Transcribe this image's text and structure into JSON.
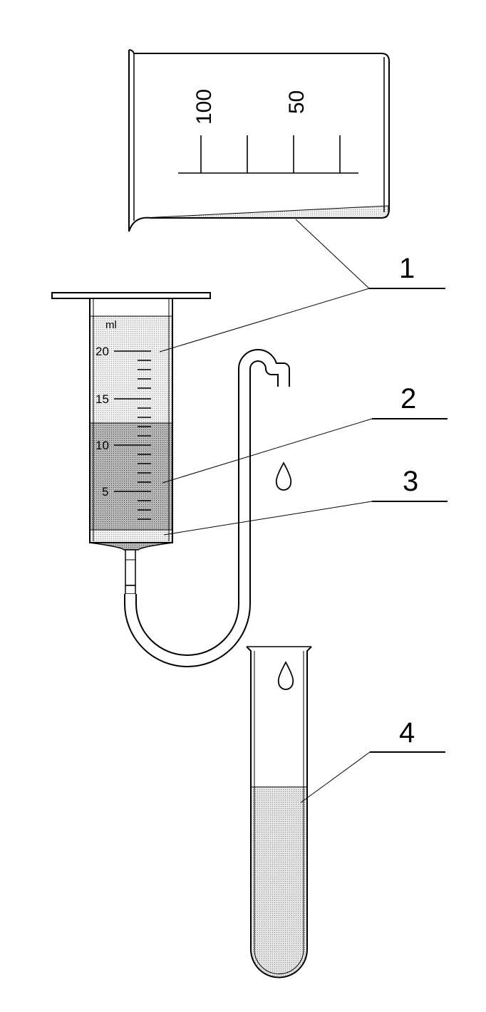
{
  "beaker": {
    "scale_labels": [
      "100",
      "50"
    ]
  },
  "syringe": {
    "unit_label": "ml",
    "scale_labels": [
      "20",
      "15",
      "10",
      "5"
    ]
  },
  "callouts": [
    "1",
    "2",
    "3",
    "4"
  ],
  "colors": {
    "stroke": "#000000",
    "light_fill": "#e3e3e3",
    "dark_fill": "#a8a8a8",
    "tube_fill": "#d9d9d9",
    "background": "#ffffff"
  }
}
